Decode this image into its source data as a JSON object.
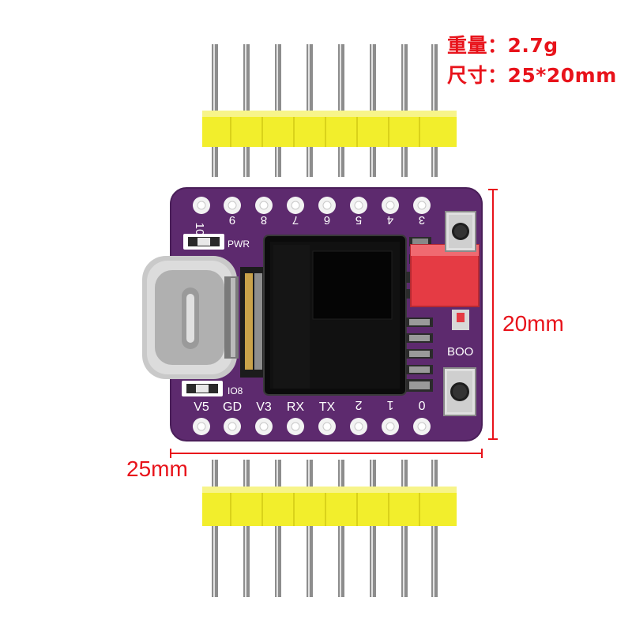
{
  "specs": {
    "weight": "重量：2.7g",
    "size": "尺寸：25*20mm"
  },
  "dimensions": {
    "height_label": "20mm",
    "width_label": "25mm"
  },
  "board": {
    "pcb_color": "#5d2a6e",
    "header_color": "#f2ee2c",
    "switch_color": "#e53b44",
    "top_pins": [
      "9",
      "8",
      "7",
      "6",
      "5",
      "4",
      "3"
    ],
    "bottom_pins": [
      "V5",
      "GD",
      "V3",
      "RX",
      "TX",
      "2",
      "1",
      "0"
    ],
    "corner_label": "10",
    "power_led_label": "PWR",
    "io_led_label": "IO8",
    "boot_label": "BOO"
  },
  "header_pin_count": 8
}
